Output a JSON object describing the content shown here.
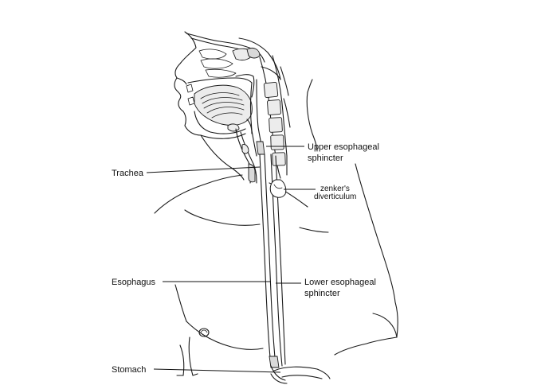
{
  "labels": {
    "upper_esophageal_sphincter": [
      "Upper esophageal",
      "sphincter"
    ],
    "trachea": "Trachea",
    "zenkers_diverticulum": [
      "zenker's",
      "diverticulum"
    ],
    "esophagus": "Esophagus",
    "lower_esophageal_sphincter": [
      "Lower esophageal",
      "sphincter"
    ],
    "stomach": "Stomach"
  }
}
